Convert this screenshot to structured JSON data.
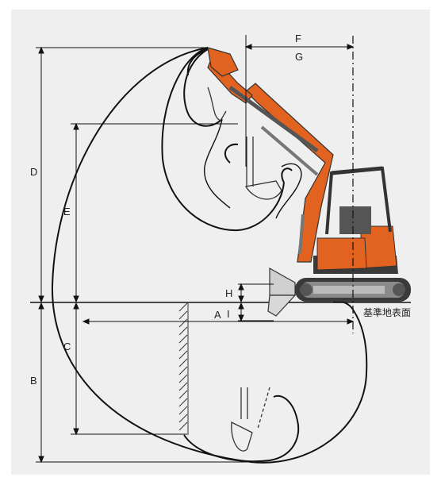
{
  "labels": {
    "A": "A",
    "B": "B",
    "C": "C",
    "D": "D",
    "E": "E",
    "F": "F",
    "G": "G",
    "H": "H",
    "I": "I"
  },
  "ground_label": "基準地表面",
  "colors": {
    "panel": "#efefef",
    "machine_orange": "#e2621f",
    "machine_dark": "#3a3a3a",
    "line": "#111111"
  }
}
